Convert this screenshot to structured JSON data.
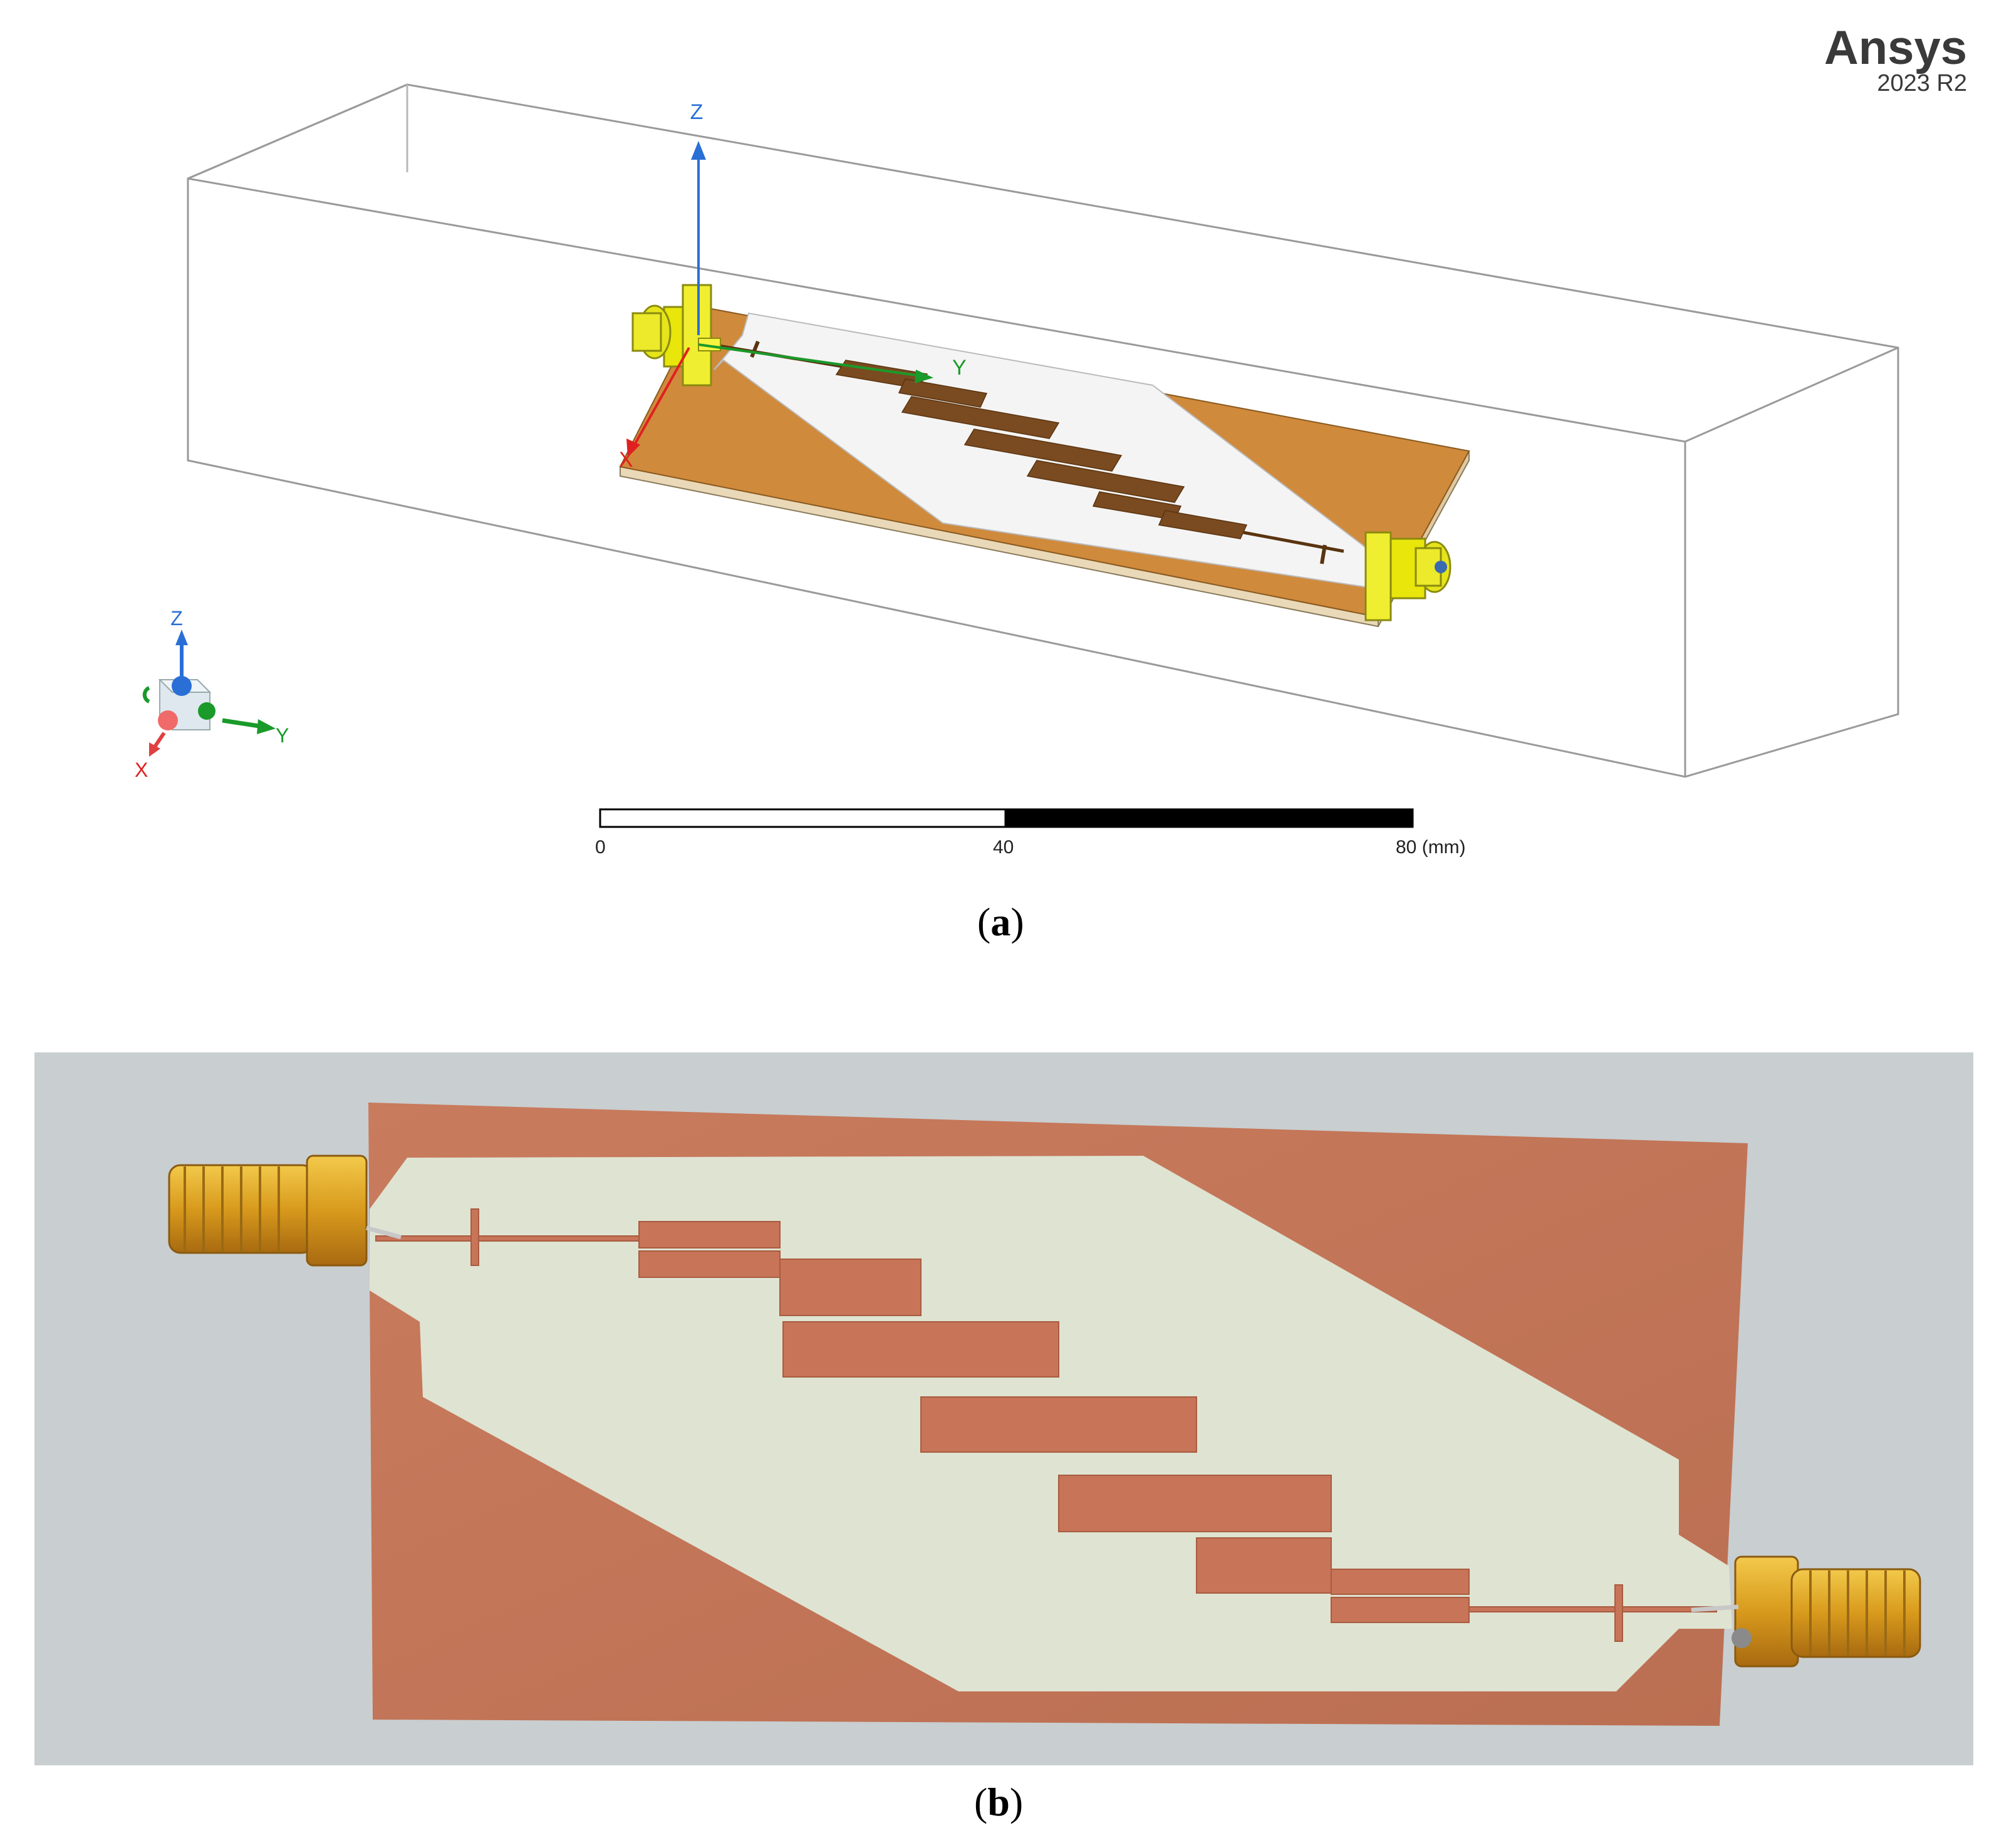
{
  "branding": {
    "product": "Ansys",
    "version": "2023 R2"
  },
  "axes": {
    "main": {
      "z": "Z",
      "y": "Y",
      "x": "X"
    },
    "triad": {
      "z": "Z",
      "y": "Y",
      "x": "X"
    }
  },
  "scale_bar": {
    "labels": [
      "0",
      "40",
      "80 (mm)"
    ]
  },
  "captions": {
    "a": {
      "open": "(",
      "letter": "a",
      "close": ")"
    },
    "b": {
      "open": "(",
      "letter": "b",
      "close": ")"
    }
  },
  "colors": {
    "substrate_copper": "#d08a3c",
    "strip": "#7a4a20",
    "connector": "#e8e60a",
    "axis_z": "#2a6fd6",
    "axis_y": "#1a9a2a",
    "axis_x": "#e02020",
    "photo_bg": "#c9ced0",
    "photo_copper": "#c97a5a",
    "photo_board": "#dfe3d2",
    "sma_gold": "#d9a12a"
  }
}
